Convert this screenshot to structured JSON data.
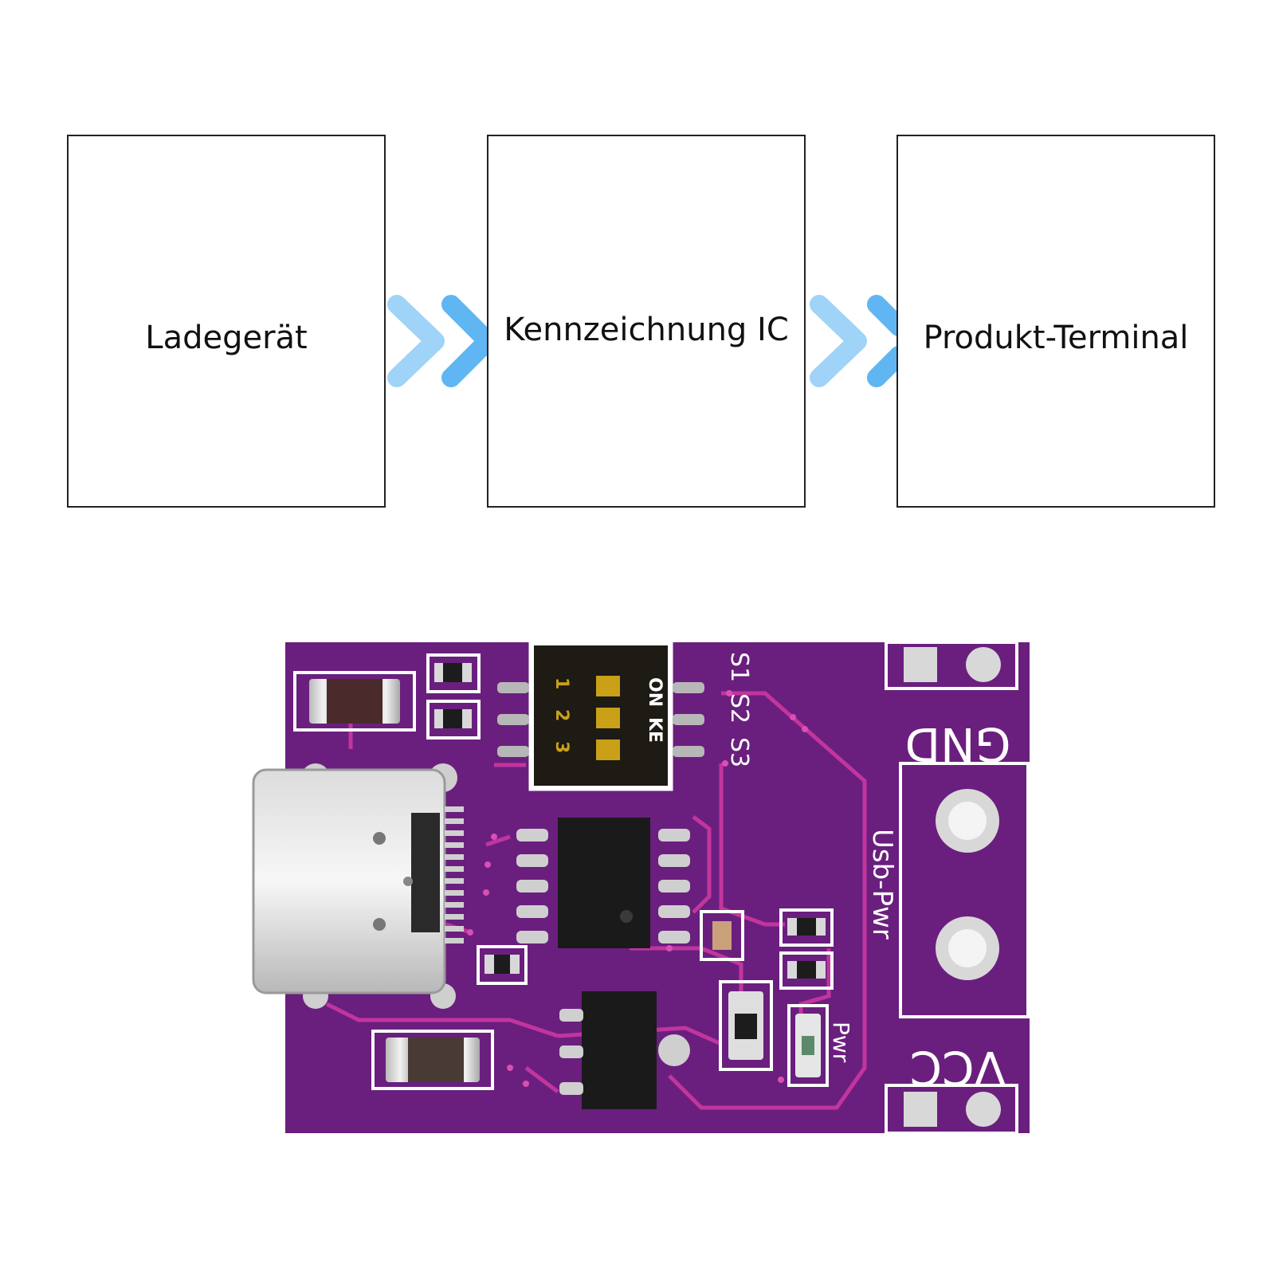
{
  "flow": {
    "steps": [
      "Ladegerät",
      "Kennzeichnung IC",
      "Produkt-Terminal"
    ],
    "arrow_color": "#5fb6f2"
  },
  "board": {
    "pcb_color": "#6a1f7e",
    "trace_color": "#c2359e",
    "switch_labels": {
      "on": "ON",
      "ke": "KE",
      "n1": "1",
      "n2": "2",
      "n3": "3"
    },
    "switch_refs": [
      "S1",
      "S2",
      "S3"
    ],
    "gnd_label": "GND",
    "vcc_label": "VCC",
    "usb_pwr_label": "Usb-Pwr",
    "pwr_label": "Pwr"
  }
}
